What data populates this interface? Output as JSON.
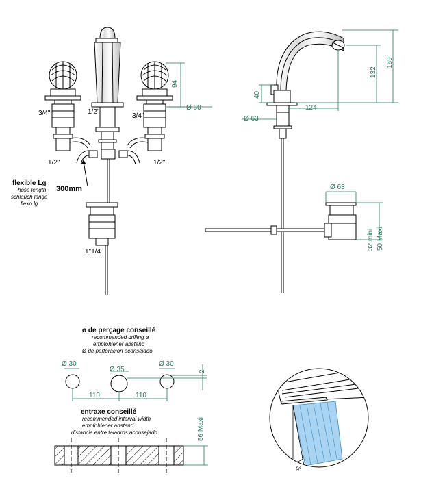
{
  "front_view": {
    "label_left_conn": "3/4\"",
    "label_right_conn": "3/4\"",
    "label_spout_conn": "1/2\"",
    "label_left_bottom": "1/2\"",
    "label_right_bottom": "1/2\"",
    "dim_handle_height": "94",
    "dim_flange_diameter": "Ø 60",
    "hose_title": "flexible Lg",
    "hose_en": "hose length",
    "hose_de": "schlauch länge",
    "hose_es": "flexo lg",
    "hose_length": "300mm",
    "waste_size": "1\"1/4"
  },
  "side_view": {
    "dim_total_height": "169",
    "dim_spout_height": "132",
    "dim_base_height": "40",
    "dim_reach": "124",
    "dim_base_diameter": "Ø 63",
    "dim_waste_diameter": "Ø 63",
    "dim_waste_range": "32 mini",
    "dim_waste_max": "50 Maxi"
  },
  "drilling": {
    "title": "ø de perçage conseillé",
    "line_en": "recommended drilling ø",
    "line_de": "empfohlener abstand",
    "line_es": "Ø de perforación aconsejado",
    "hole_left": "Ø 30",
    "hole_center": "Ø 35",
    "hole_right": "Ø 30",
    "spacing_left": "110",
    "spacing_right": "110",
    "offset": "2"
  },
  "interval": {
    "title": "entraxe conseillé",
    "line_en": "recommended interval width",
    "line_de": "empfohlener abstand",
    "line_es": "distancia entre taladros aconsejado",
    "max_thickness": "56 Maxi"
  },
  "spray_detail": {
    "angle": "9°",
    "water_color": "#a8d4f2"
  },
  "colors": {
    "dimension": "#1f7a5a",
    "line": "#000000"
  }
}
